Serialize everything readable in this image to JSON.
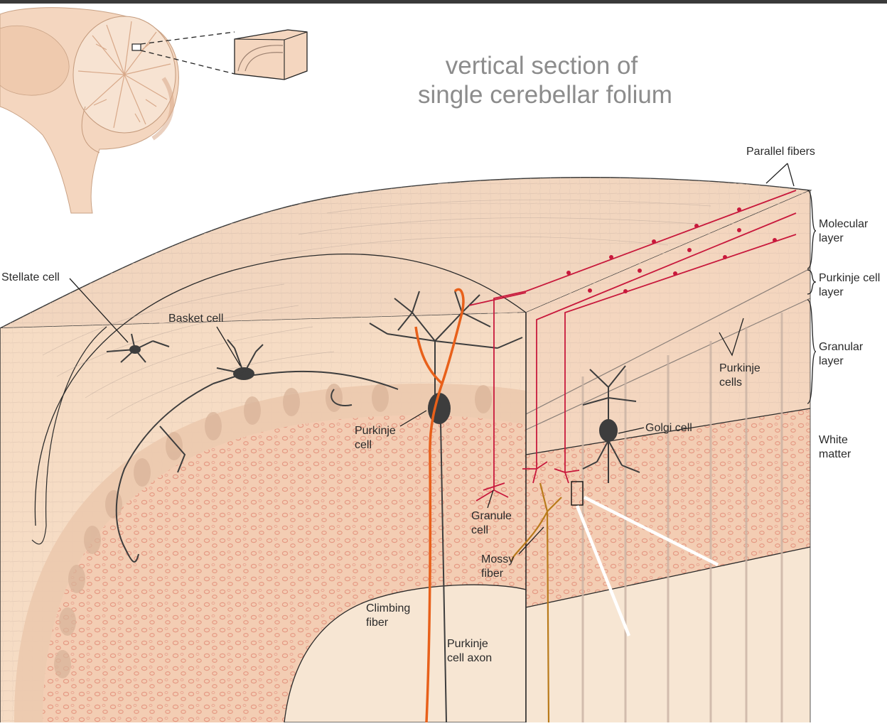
{
  "title": {
    "line1": "vertical section of",
    "line2": "single cerebellar folium"
  },
  "labels": {
    "parallel_fibers": "Parallel fibers",
    "molecular_layer": [
      "Molecular",
      "layer"
    ],
    "purkinje_cell_layer": [
      "Purkinje cell",
      "layer"
    ],
    "granular_layer": [
      "Granular",
      "layer"
    ],
    "white_matter": [
      "White",
      "matter"
    ],
    "stellate_cell": "Stellate cell",
    "basket_cell": "Basket cell",
    "purkinje_cell": [
      "Purkinje",
      "cell"
    ],
    "purkinje_cells": [
      "Purkinje",
      "cells"
    ],
    "golgi_cell": "Golgi cell",
    "granule_cell": [
      "Granule",
      "cell"
    ],
    "mossy_fiber": [
      "Mossy",
      "fiber"
    ],
    "climbing_fiber": [
      "Climbing",
      "fiber"
    ],
    "purkinje_cell_axon": [
      "Purkinje",
      "cell axon"
    ]
  },
  "colors": {
    "topbar": "#3a3a3a",
    "tissue_light": "#f6dcc4",
    "tissue_mid": "#f0cdb0",
    "granule_dots": "#e59a84",
    "white_matter": "#f7e6d3",
    "neuron_dark": "#3d3d3d",
    "climbing_fiber": "#e8601a",
    "parallel_fiber": "#c8193c",
    "mossy_fiber": "#b97a1a",
    "title_gray": "#8c8c8c"
  }
}
